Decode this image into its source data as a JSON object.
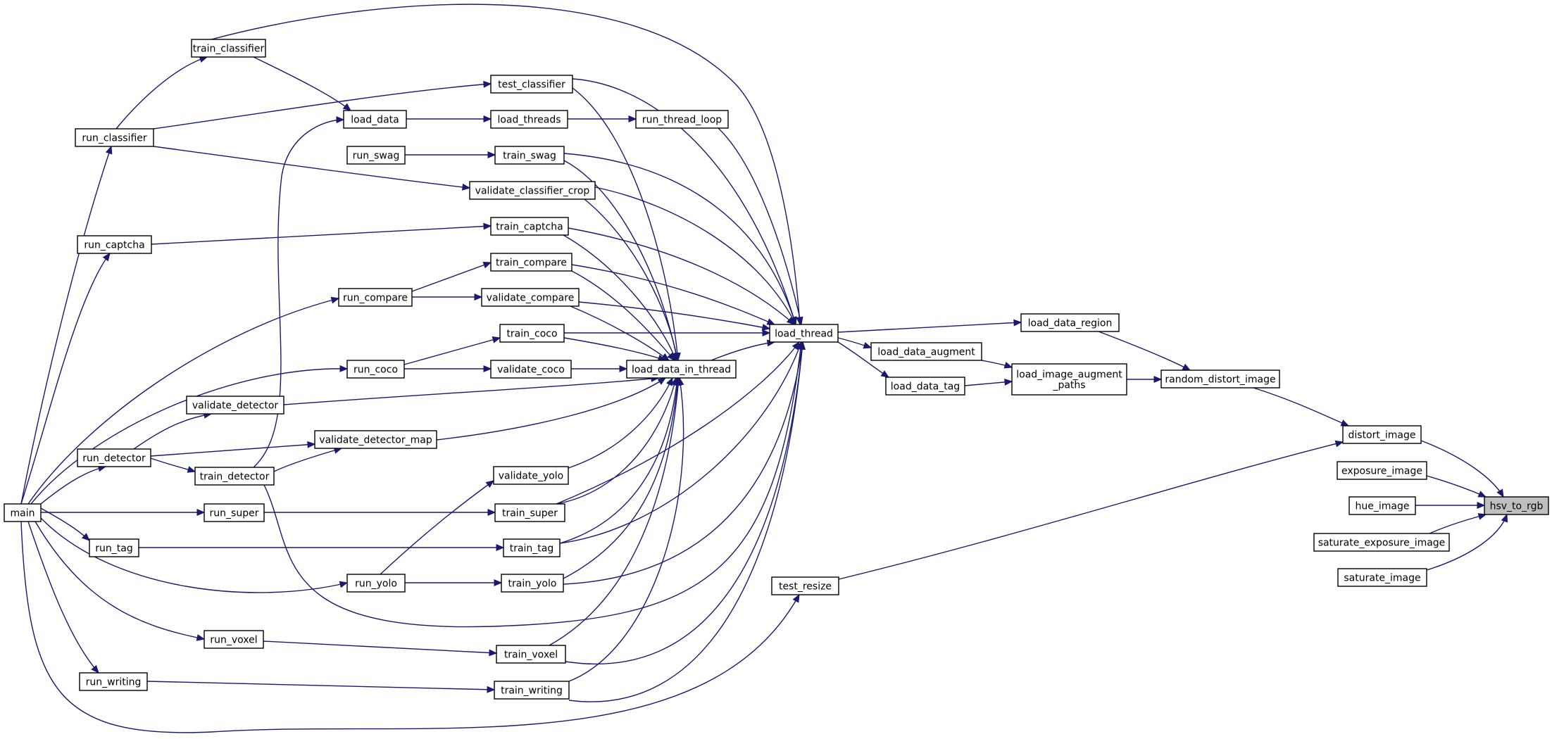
{
  "graph": {
    "title": "hsv_to_rgb caller graph",
    "edge_color": "#191970",
    "highlight_fill": "#bfbfbf",
    "nodes": [
      {
        "id": "main",
        "label": "main"
      },
      {
        "id": "train_classifier",
        "label": "train_classifier"
      },
      {
        "id": "run_classifier",
        "label": "run_classifier"
      },
      {
        "id": "test_classifier",
        "label": "test_classifier"
      },
      {
        "id": "load_data",
        "label": "load_data"
      },
      {
        "id": "load_threads",
        "label": "load_threads"
      },
      {
        "id": "run_thread_loop",
        "label": "run_thread_loop"
      },
      {
        "id": "run_swag",
        "label": "run_swag"
      },
      {
        "id": "train_swag",
        "label": "train_swag"
      },
      {
        "id": "validate_classifier_crop",
        "label": "validate_classifier_crop"
      },
      {
        "id": "run_captcha",
        "label": "run_captcha"
      },
      {
        "id": "train_captcha",
        "label": "train_captcha"
      },
      {
        "id": "train_compare",
        "label": "train_compare"
      },
      {
        "id": "run_compare",
        "label": "run_compare"
      },
      {
        "id": "validate_compare",
        "label": "validate_compare"
      },
      {
        "id": "train_coco",
        "label": "train_coco"
      },
      {
        "id": "run_coco",
        "label": "run_coco"
      },
      {
        "id": "validate_coco",
        "label": "validate_coco"
      },
      {
        "id": "load_data_in_thread",
        "label": "load_data_in_thread"
      },
      {
        "id": "load_thread",
        "label": "load_thread"
      },
      {
        "id": "validate_detector",
        "label": "validate_detector"
      },
      {
        "id": "validate_detector_map",
        "label": "validate_detector_map"
      },
      {
        "id": "run_detector",
        "label": "run_detector"
      },
      {
        "id": "train_detector",
        "label": "train_detector"
      },
      {
        "id": "validate_yolo",
        "label": "validate_yolo"
      },
      {
        "id": "run_super",
        "label": "run_super"
      },
      {
        "id": "train_super",
        "label": "train_super"
      },
      {
        "id": "run_tag",
        "label": "run_tag"
      },
      {
        "id": "train_tag",
        "label": "train_tag"
      },
      {
        "id": "run_yolo",
        "label": "run_yolo"
      },
      {
        "id": "train_yolo",
        "label": "train_yolo"
      },
      {
        "id": "run_voxel",
        "label": "run_voxel"
      },
      {
        "id": "train_voxel",
        "label": "train_voxel"
      },
      {
        "id": "run_writing",
        "label": "run_writing"
      },
      {
        "id": "train_writing",
        "label": "train_writing"
      },
      {
        "id": "test_resize",
        "label": "test_resize"
      },
      {
        "id": "load_data_region",
        "label": "load_data_region"
      },
      {
        "id": "load_data_augment",
        "label": "load_data_augment"
      },
      {
        "id": "load_data_tag",
        "label": "load_data_tag"
      },
      {
        "id": "load_image_augment_paths",
        "label_lines": [
          "load_image_augment",
          "_paths"
        ]
      },
      {
        "id": "random_distort_image",
        "label": "random_distort_image"
      },
      {
        "id": "distort_image",
        "label": "distort_image"
      },
      {
        "id": "exposure_image",
        "label": "exposure_image"
      },
      {
        "id": "hue_image",
        "label": "hue_image"
      },
      {
        "id": "saturate_exposure_image",
        "label": "saturate_exposure_image"
      },
      {
        "id": "saturate_image",
        "label": "saturate_image"
      },
      {
        "id": "hsv_to_rgb",
        "label": "hsv_to_rgb",
        "highlight": true
      }
    ]
  }
}
